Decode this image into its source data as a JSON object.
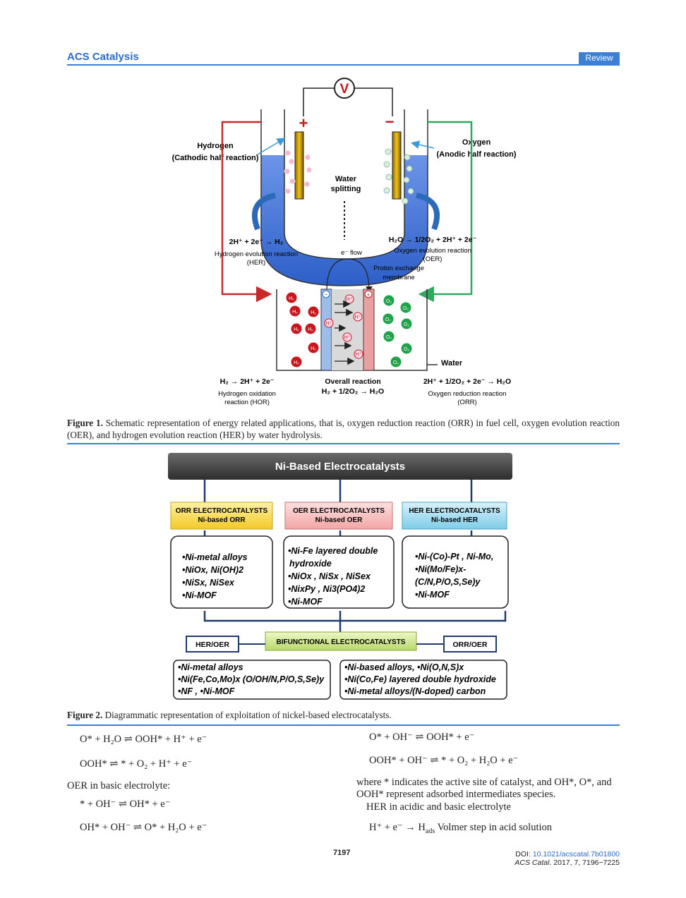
{
  "header": {
    "journal": "ACS Catalysis",
    "badge": "Review"
  },
  "figure1": {
    "voltmeter": "V",
    "plus": "+",
    "minus": "−",
    "hydrogen_title": "Hydrogen",
    "hydrogen_sub": "(Cathodic half reaction)",
    "oxygen_title": "Oxygen",
    "oxygen_sub": "(Anodic half reaction)",
    "water_splitting_1": "Water",
    "water_splitting_2": "splitting",
    "her_eq": "2H⁺ + 2e⁻ → H₂",
    "her_name": "Hydrogen  evolution  reaction",
    "her_abbr": "(HER)",
    "oer_eq": "H₂O → 1/2O₂ + 2H⁺ + 2e⁻",
    "oer_name": "Oxygen  evolution  reaction",
    "oer_abbr": "(OER)",
    "eflow": "e⁻ flow",
    "pem_1": "Proton exchange",
    "pem_2": "membrane",
    "water": "Water",
    "hor_eq": "H₂ → 2H⁺ + 2e⁻",
    "hor_name_1": "Hydrogen  oxidation",
    "hor_name_2": "reaction (HOR)",
    "overall_title": "Overall reaction",
    "overall_eq": "H₂ + 1/2O₂ → H₂O",
    "orr_eq": "2H⁺ + 1/2O₂ + 2e⁻ → H₂O",
    "orr_name": "Oxygen  reduction  reaction",
    "orr_abbr": "(ORR)",
    "h2_label": "H₂",
    "o2_label": "O₂",
    "hplus_label": "H⁺",
    "caption_label": "Figure 1.",
    "caption_text": " Schematic representation of energy related applications, that is, oxygen reduction reaction (ORR) in fuel cell, oxygen evolution reaction (OER), and hydrogen evolution reaction (HER) by water hydrolysis."
  },
  "figure2": {
    "title": "Ni-Based Electrocatalysts",
    "orr_head_1": "ORR ELECTROCATALYSTS",
    "orr_head_2": "Ni-based ORR",
    "oer_head_1": "OER ELECTROCATALYSTS",
    "oer_head_2": "Ni-based OER",
    "her_head_1": "HER ELECTROCATALYSTS",
    "her_head_2": "Ni-based HER",
    "orr_items": [
      "•Ni-metal alloys",
      "•NiOx, Ni(OH)2",
      "•NiSx, NiSex",
      "•Ni-MOF"
    ],
    "oer_items": [
      "•Ni-Fe layered double",
      "hydroxide",
      "•NiOx , NiSx , NiSex",
      "•NixPy , Ni3(PO4)2",
      "•Ni-MOF"
    ],
    "her_items": [
      "•Ni-(Co)-Pt , Ni-Mo,",
      "•Ni(Mo/Fe)x-",
      "(C/N,P/O,S,Se)y",
      "•Ni-MOF"
    ],
    "her_oer": "HER/OER",
    "bifunctional": "BIFUNCTIONAL ELECTROCATALYSTS",
    "orr_oer": "ORR/OER",
    "left_items": [
      "•Ni-metal alloys",
      "•Ni(Fe,Co,Mo)x (O/OH/N,P/O,S,Se)y",
      "•NF , •Ni-MOF"
    ],
    "right_items": [
      "•Ni-based alloys, •Ni(O,N,S)x",
      "•Ni(Co,Fe) layered double hydroxide",
      "•Ni-metal alloys/(N-doped) carbon"
    ],
    "caption_label": "Figure 2.",
    "caption_text": " Diagrammatic representation of exploitation of nickel-based electrocatalysts."
  },
  "equations": {
    "l1": "O* + H₂O ⇌ OOH* + H⁺ + e⁻",
    "l2": "OOH* ⇌ * + O₂ + H⁺ + e⁻",
    "l3": "OER in basic electrolyte:",
    "l4": "* + OH⁻ ⇌ OH* + e⁻",
    "l5": "OH* + OH⁻ ⇌ O* + H₂O + e⁻",
    "r1": "O* + OH⁻ ⇌ OOH* + e⁻",
    "r2": "OOH* + OH⁻ ⇌ * + O₂ + H₂O + e⁻",
    "r3a": "where * indicates the active site of catalyst, and OH*, O*, and",
    "r3b": "OOH* represent adsorbed intermediates species.",
    "r4": "HER in acidic and basic electrolyte",
    "r5": "H⁺ + e⁻ → H",
    "r5_sub": "ads",
    "r5_tail": " Volmer step in acid solution"
  },
  "footer": {
    "page": "7197",
    "doi_label": "DOI: ",
    "doi": "10.1021/acscatal.7b01800",
    "citation_journal": "ACS Catal.",
    "citation_rest": " 2017, 7, 7196−7225"
  },
  "colors": {
    "accent": "#3b7fd6",
    "electrolyte": "#3a6fd8",
    "red_wire": "#c8282a",
    "green_wire": "#2fa860",
    "h2": "#c8161c",
    "o2": "#1fa24a"
  }
}
